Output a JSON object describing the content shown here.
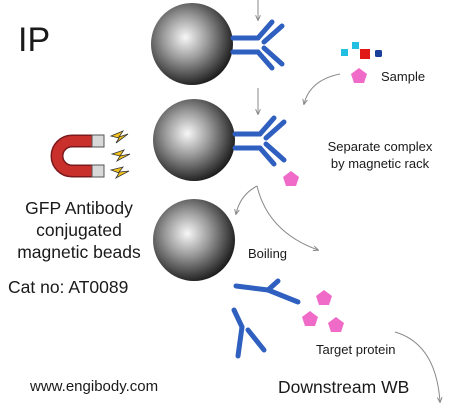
{
  "labels": {
    "title": "IP",
    "sample": "Sample",
    "separate_line1": "Separate complex",
    "separate_line2": "by magnetic rack",
    "beads_line1": "GFP Antibody",
    "beads_line2": "conjugated",
    "beads_line3": "magnetic beads",
    "cat_no": "Cat no: AT0089",
    "boiling": "Boiling",
    "target_protein": "Target protein",
    "website": "www.engibody.com",
    "downstream": "Downstream WB"
  },
  "icons": {
    "bead": "magnetic-bead-icon",
    "antibody": "antibody-icon",
    "magnet": "horseshoe-magnet-icon",
    "target": "target-protein-pentagon-icon"
  },
  "colors": {
    "antibody": "#2f5fbf",
    "target_protein": "#f06ac8",
    "sample_red": "#e01818",
    "sample_cyan": "#22bfe0",
    "sample_blue": "#1a3f9a",
    "magnet_red": "#c0282c",
    "lightning": "#f2c21b",
    "arrow": "#888888"
  }
}
